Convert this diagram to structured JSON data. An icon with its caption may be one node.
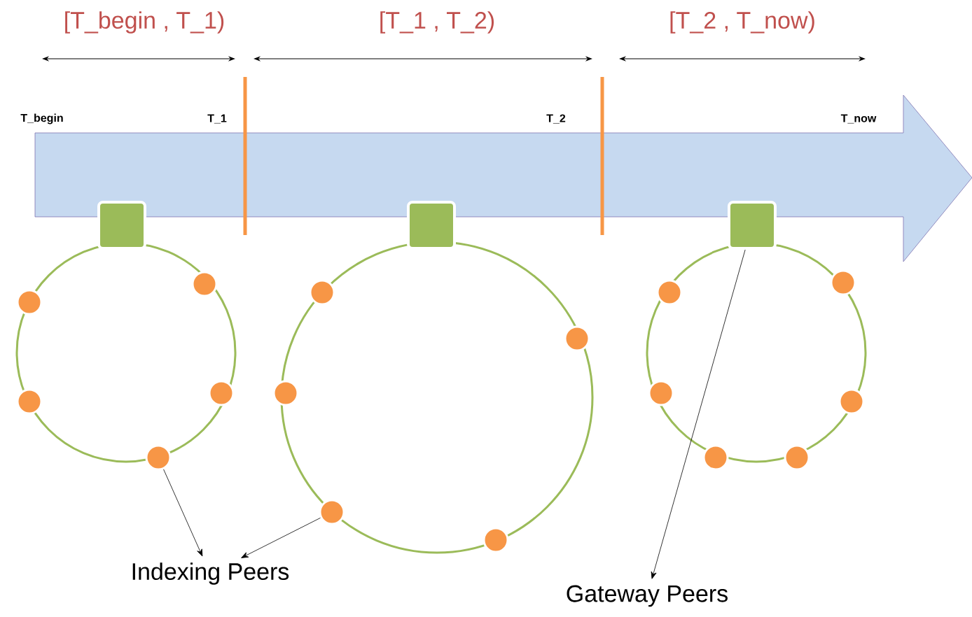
{
  "diagram": {
    "nodes": [
      {
        "text": [],
        "shape": "box"
      },
      {
        "text": [],
        "shape": "circle"
      },
      {
        "text": [],
        "shape": "circle"
      },
      {
        "text": [],
        "shape": "circle"
      },
      {
        "text": [],
        "shape": "circle"
      },
      {
        "text": [],
        "shape": "circle"
      },
      {
        "text": [],
        "shape": "box"
      },
      {
        "text": [],
        "shape": "circle"
      },
      {
        "text": [],
        "shape": "circle"
      },
      {
        "text": [],
        "shape": "circle"
      },
      {
        "text": [],
        "shape": "circle"
      },
      {
        "text": [],
        "shape": "circle"
      },
      {
        "text": [],
        "shape": "box"
      },
      {
        "text": [],
        "shape": "circle"
      },
      {
        "text": [],
        "shape": "circle"
      },
      {
        "text": [],
        "shape": "circle"
      },
      {
        "text": [],
        "shape": "circle"
      },
      {
        "text": [],
        "shape": "circle"
      },
      {
        "text": [],
        "shape": "circle"
      },
      {
        "text": [
          "Indexing Peers"
        ]
      },
      {
        "text": [
          "Gateway Peers"
        ]
      }
    ],
    "edges": [
      {
        "from": 3,
        "to": 19,
        "arrow": "to"
      },
      {
        "from": 9,
        "to": 19,
        "arrow": "to"
      },
      {
        "from": 12,
        "to": 20,
        "arrow": "to"
      }
    ],
    "labels": [
      "[T_begin , T_1)",
      "[T_1 , T_2)",
      "[T_2 , T_now)",
      "T_begin",
      "T_1",
      "T_2",
      "T_now"
    ]
  }
}
